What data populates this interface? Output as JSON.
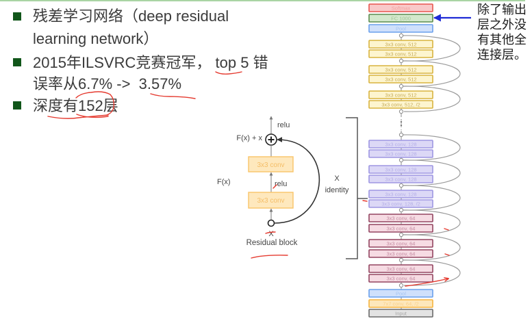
{
  "theme": {
    "bullet_color": "#11561a",
    "text_color": "#3b3b3b",
    "header_rule_color": "#a9d4a4",
    "pen_annotation_color": "#e53a2f",
    "pointer_arrow_color": "#1e2ad6"
  },
  "bullets": [
    {
      "lines": [
        "残差学习网络（deep residual",
        "learning network）"
      ]
    },
    {
      "lines": [
        "2015年ILSVRC竞赛冠军， top 5 错",
        "误率从6.7% ->  3.57%"
      ]
    },
    {
      "lines": [
        "深度有152层"
      ]
    }
  ],
  "side_note": {
    "lines": [
      "除了输出",
      "层之外没",
      "有其他全",
      "连接层。"
    ]
  },
  "residual_block": {
    "output_activation": "relu",
    "sum_label": "F(x) + x",
    "conv_top": "3x3 conv",
    "mid_activation": "relu",
    "conv_bottom": "3x3 conv",
    "function_label": "F(x)",
    "input_label": "X",
    "caption": "Residual block",
    "shortcut_label": [
      "X",
      "identity"
    ]
  },
  "network": {
    "layers": [
      {
        "label": "Softmax",
        "group": "red"
      },
      {
        "label": "FC 1000",
        "group": "green"
      },
      {
        "label": "Pool",
        "group": "blue"
      },
      {
        "label": "3x3 conv, 512",
        "group": "yellow"
      },
      {
        "label": "3x3 conv, 512",
        "group": "yellow"
      },
      {
        "label": "3x3 conv, 512",
        "group": "yellow"
      },
      {
        "label": "3x3 conv, 512",
        "group": "yellow"
      },
      {
        "label": "3x3 conv, 512",
        "group": "yellow"
      },
      {
        "label": "3x3 conv, 512, /2",
        "group": "yellow"
      },
      {
        "label": "3x3 conv, 128",
        "group": "purple"
      },
      {
        "label": "3x3 conv, 128",
        "group": "purple"
      },
      {
        "label": "3x3 conv, 128",
        "group": "purple"
      },
      {
        "label": "3x3 conv, 128",
        "group": "purple"
      },
      {
        "label": "3x3 conv, 128",
        "group": "purple"
      },
      {
        "label": "3x3 conv, 128, /2",
        "group": "purple"
      },
      {
        "label": "3x3 conv, 64",
        "group": "pink"
      },
      {
        "label": "3x3 conv, 64",
        "group": "pink"
      },
      {
        "label": "3x3 conv, 64",
        "group": "pink"
      },
      {
        "label": "3x3 conv, 64",
        "group": "pink"
      },
      {
        "label": "3x3 conv, 64",
        "group": "pink"
      },
      {
        "label": "3x3 conv, 64",
        "group": "pink"
      },
      {
        "label": "Pool",
        "group": "blue"
      },
      {
        "label": "7x7 conv, 64, /2",
        "group": "orange"
      },
      {
        "label": "Input",
        "group": "gray"
      }
    ],
    "palette": {
      "red": {
        "fill": "#f9c9c9",
        "stroke": "#e8554e",
        "text": "#f2a3a0"
      },
      "green": {
        "fill": "#d3e9cc",
        "stroke": "#5b8c4e",
        "text": "#a3c499"
      },
      "blue": {
        "fill": "#cfe0fb",
        "stroke": "#6aa0ec",
        "text": "#a6c4f2"
      },
      "yellow": {
        "fill": "#fdf5cf",
        "stroke": "#d8b33e",
        "text": "#c6aa55"
      },
      "purple": {
        "fill": "#dcd8f6",
        "stroke": "#9d96e2",
        "text": "#b3ade6"
      },
      "pink": {
        "fill": "#f6dbe3",
        "stroke": "#934460",
        "text": "#c48aa0"
      },
      "orange": {
        "fill": "#fde7bb",
        "stroke": "#f6b43e",
        "text": "#f8d08a"
      },
      "gray": {
        "fill": "#e3e3e3",
        "stroke": "#6a6a6a",
        "text": "#a6a6a6"
      }
    }
  }
}
